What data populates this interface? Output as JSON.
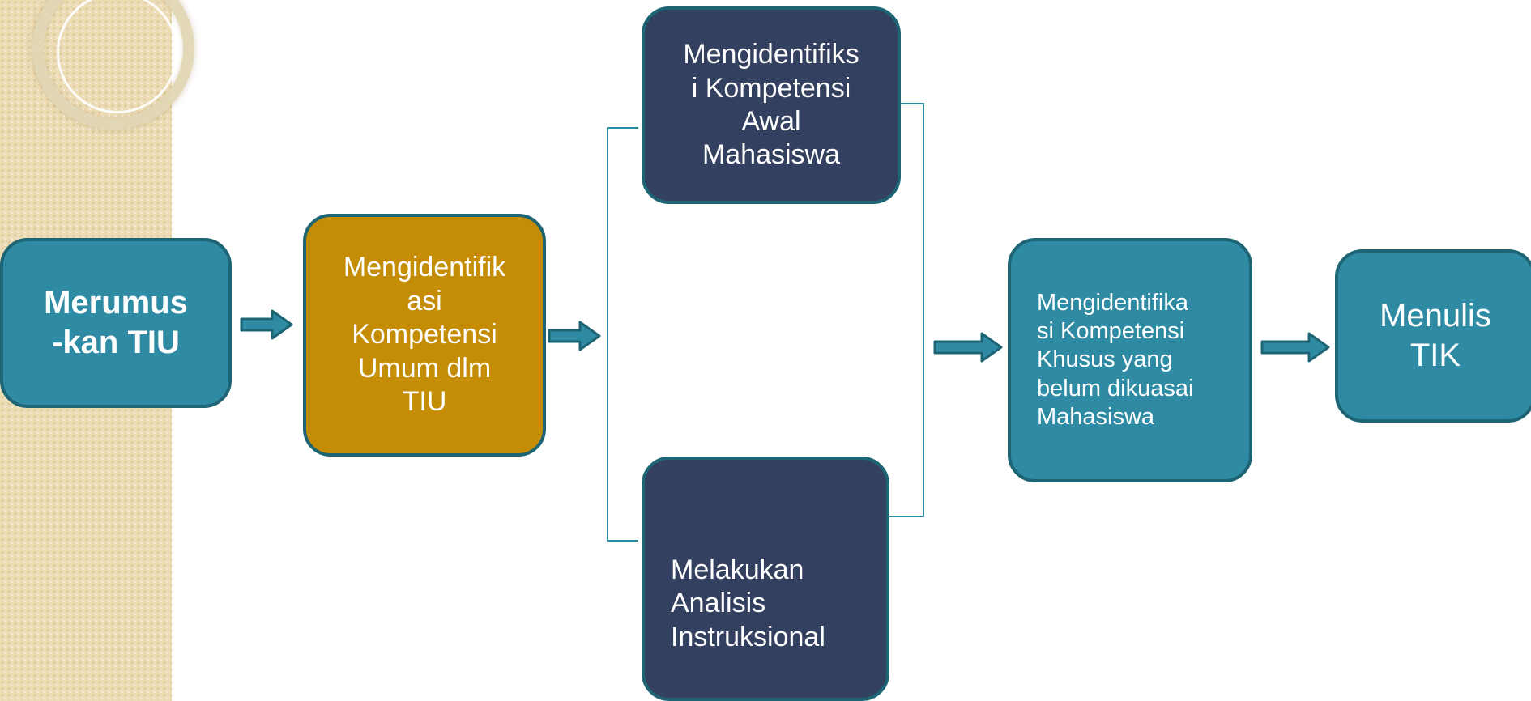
{
  "flow": {
    "step1": {
      "label": "Merumus -kan TIU",
      "lines": [
        "Merumus",
        "-kan TIU"
      ]
    },
    "step2": {
      "label": "Mengidentifikasi Kompetensi Umum dlm TIU",
      "lines": [
        "Mengidentifik",
        "asi",
        "Kompetensi",
        "Umum dlm",
        "TIU"
      ]
    },
    "step3a": {
      "label": "Mengidentifiksi Kompetensi Awal Mahasiswa",
      "lines": [
        "Mengidentifiks",
        "i Kompetensi",
        "Awal",
        "Mahasiswa"
      ]
    },
    "step3b": {
      "label": "Melakukan Analisis Instruksional",
      "lines": [
        "Melakukan",
        "Analisis",
        "Instruksional"
      ]
    },
    "step4": {
      "label": "Mengidentifikasi Kompetensi Khusus yang belum dikuasai Mahasiswa",
      "lines": [
        "Mengidentifika",
        "si Kompetensi",
        "Khusus yang",
        "belum dikuasai",
        "Mahasiswa"
      ]
    },
    "step5": {
      "label": "Menulis TIK",
      "lines": [
        "Menulis",
        "TIK"
      ]
    }
  },
  "colors": {
    "teal": "#2f8aa3",
    "gold": "#c48d05",
    "navy": "#34405f",
    "border": "#1d6474",
    "connector": "#2a8a9e",
    "sidebar": "#ecdcb6"
  },
  "icons": [
    "right-arrow-icon",
    "bracket-connector",
    "decorative-ring"
  ]
}
